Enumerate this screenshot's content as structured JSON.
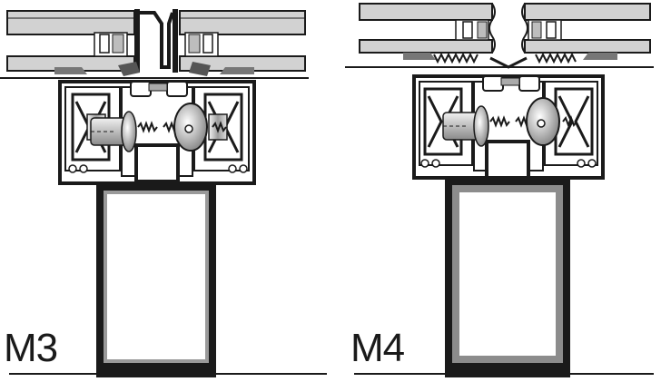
{
  "figure": {
    "panels": [
      {
        "id": "m3",
        "label": "M3"
      },
      {
        "id": "m4",
        "label": "M4"
      }
    ]
  },
  "colors": {
    "ink": "#1a1a1a",
    "glass_grey": "#c8c8c8",
    "light_grey": "#e6e6e6",
    "mid_grey": "#9a9a9a",
    "dark_grey": "#555555",
    "mullion_fill": "#8c8c8c"
  }
}
